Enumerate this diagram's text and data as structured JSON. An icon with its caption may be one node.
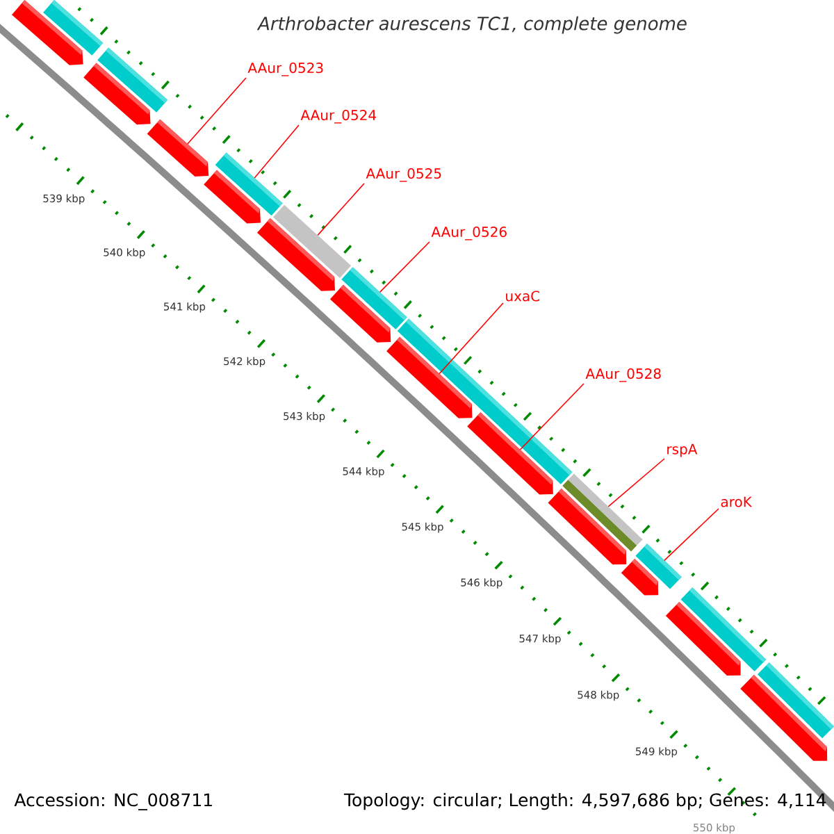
{
  "diagram": {
    "title": "Arthrobacter aurescens TC1, complete genome",
    "nodes": [
      {
        "text": [
          "AAur_0523"
        ]
      },
      {
        "text": [
          "AAur_0524"
        ]
      },
      {
        "text": [
          "AAur_0525"
        ]
      },
      {
        "text": [
          "AAur_0526"
        ]
      },
      {
        "text": [
          "uxaC"
        ]
      },
      {
        "text": [
          "AAur_0528"
        ]
      },
      {
        "text": [
          "rspA"
        ]
      },
      {
        "text": [
          "aroK"
        ]
      },
      {
        "text": [],
        "shape": "bar"
      },
      {
        "text": [],
        "shape": "bar"
      },
      {
        "text": [],
        "shape": "bar"
      },
      {
        "text": [],
        "shape": "bar"
      },
      {
        "text": [],
        "shape": "bar"
      },
      {
        "text": [],
        "shape": "bar"
      },
      {
        "text": [],
        "shape": "bar"
      },
      {
        "text": [],
        "shape": "bar"
      },
      {
        "text": [],
        "shape": "bar"
      },
      {
        "text": [],
        "shape": "bar"
      },
      {
        "text": [],
        "shape": "pentagon"
      },
      {
        "text": [],
        "shape": "pentagon"
      },
      {
        "text": [],
        "shape": "pentagon"
      },
      {
        "text": [],
        "shape": "pentagon"
      },
      {
        "text": [],
        "shape": "pentagon"
      },
      {
        "text": [],
        "shape": "pentagon"
      },
      {
        "text": [],
        "shape": "pentagon"
      },
      {
        "text": [],
        "shape": "pentagon"
      },
      {
        "text": [],
        "shape": "pentagon"
      },
      {
        "text": [],
        "shape": "pentagon"
      },
      {
        "text": [],
        "shape": "pentagon"
      },
      {
        "text": [],
        "shape": "pentagon"
      }
    ],
    "edges": [
      {
        "from": 0,
        "to": 20,
        "arrow": "none"
      },
      {
        "from": 1,
        "to": 10,
        "arrow": "none"
      },
      {
        "from": 2,
        "to": 11,
        "arrow": "none"
      },
      {
        "from": 3,
        "to": 12,
        "arrow": "none"
      },
      {
        "from": 4,
        "to": 24,
        "arrow": "none"
      },
      {
        "from": 5,
        "to": 25,
        "arrow": "none"
      },
      {
        "from": 6,
        "to": 14,
        "arrow": "none"
      },
      {
        "from": 7,
        "to": 15,
        "arrow": "none"
      }
    ],
    "labels": [
      "539 kbp",
      "540 kbp",
      "541 kbp",
      "542 kbp",
      "543 kbp",
      "544 kbp",
      "545 kbp",
      "546 kbp",
      "547 kbp",
      "548 kbp",
      "549 kbp",
      "550 kbp",
      "Accession: NC_008711",
      "Topology: circular; Length: 4,597,686 bp; Genes: 4,114"
    ]
  }
}
